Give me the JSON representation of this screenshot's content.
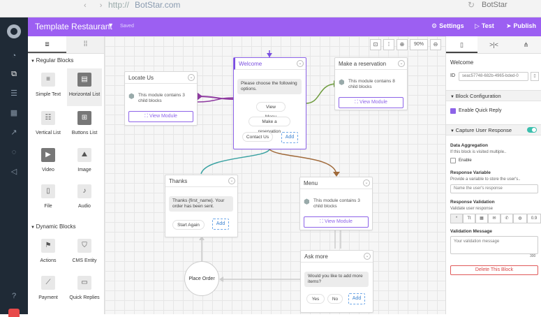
{
  "browser": {
    "url_scheme": "http://",
    "url_host": "BotStar.com",
    "tab_title": "BotStar"
  },
  "header": {
    "title": "Template Restaurant",
    "status": "Saved",
    "settings_label": "Settings",
    "test_label": "Test",
    "publish_label": "Publish",
    "bg_color": "#9c5ff2"
  },
  "blocks_panel": {
    "regular_title": "Regular Blocks",
    "regular": [
      "Simple Text",
      "Horizontal List",
      "Vertical List",
      "Buttons List",
      "Video",
      "Image",
      "File",
      "Audio"
    ],
    "dynamic_title": "Dynamic Blocks",
    "dynamic": [
      "Actions",
      "CMS Entity",
      "Payment",
      "Quick Replies"
    ]
  },
  "canvas": {
    "zoom": "90%",
    "nodes": {
      "locate_us": {
        "title": "Locate Us",
        "module_text": "This module contains 3 child blocks",
        "view_module": "View Module"
      },
      "welcome": {
        "title": "Welcome",
        "message": "Please choose the following options.",
        "replies": [
          "View Menu",
          "Make a reservation",
          "Contact Us"
        ],
        "add": "Add"
      },
      "make_reservation": {
        "title": "Make a reservation",
        "module_text": "This module contains 8 child blocks",
        "view_module": "View Module"
      },
      "thanks": {
        "title": "Thanks",
        "message": "Thanks {first_name}. Your order has been sent.",
        "reply": "Start Again",
        "add": "Add"
      },
      "menu": {
        "title": "Menu",
        "module_text": "This module contains 3 child blocks",
        "view_module": "View Module"
      },
      "ask_more": {
        "title": "Ask more",
        "message": "Would you like to add more items?",
        "replies": [
          "Yes",
          "No"
        ],
        "add": "Add"
      },
      "place_order": {
        "title": "Place Order"
      }
    }
  },
  "properties": {
    "block_name": "Welcome",
    "id_label": "ID",
    "id_value": "seac57748-682b-4965-bded-0",
    "block_config_title": "Block Configuration",
    "enable_quick_reply": "Enable Quick Reply",
    "capture_title": "Capture User Response",
    "data_aggregation_label": "Data Aggregation",
    "data_aggregation_desc": "If this block is visited multiple..",
    "enable_label": "Enable",
    "response_variable_label": "Response Variable",
    "response_variable_desc": "Provide a variable to store the user's..",
    "response_variable_placeholder": "Name the user's response",
    "response_validation_label": "Response Validation",
    "response_validation_desc": "Validate user response",
    "validation_message_label": "Validation Message",
    "validation_message_placeholder": "Your validation message",
    "char_count": "300",
    "number_format": "0.9",
    "delete_label": "Delete This Block",
    "toggle_color": "#3bbfae"
  }
}
